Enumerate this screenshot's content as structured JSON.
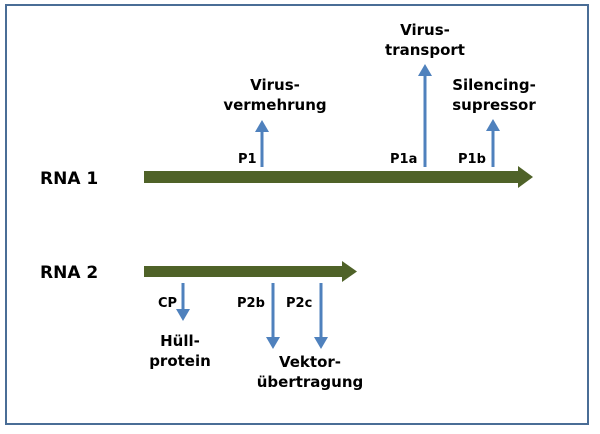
{
  "colors": {
    "rna_bar": "#4f6228",
    "arrow": "#4f81bd",
    "border": "#4a6d96"
  },
  "rna1": {
    "label": "RNA 1",
    "p1": {
      "label": "P1",
      "function_lines": [
        "Virus-",
        "vermehrung"
      ]
    },
    "p1a": {
      "label": "P1a",
      "function_lines": [
        "Virus-",
        "transport"
      ]
    },
    "p1b": {
      "label": "P1b",
      "function_lines": [
        "Silencing-",
        "supressor"
      ]
    }
  },
  "rna2": {
    "label": "RNA 2",
    "cp": {
      "label": "CP",
      "function_lines": [
        "Hüll-",
        "protein"
      ]
    },
    "p2b": {
      "label": "P2b"
    },
    "p2c": {
      "label": "P2c"
    },
    "shared_function_lines": [
      "Vektor-",
      "übertragung"
    ]
  }
}
